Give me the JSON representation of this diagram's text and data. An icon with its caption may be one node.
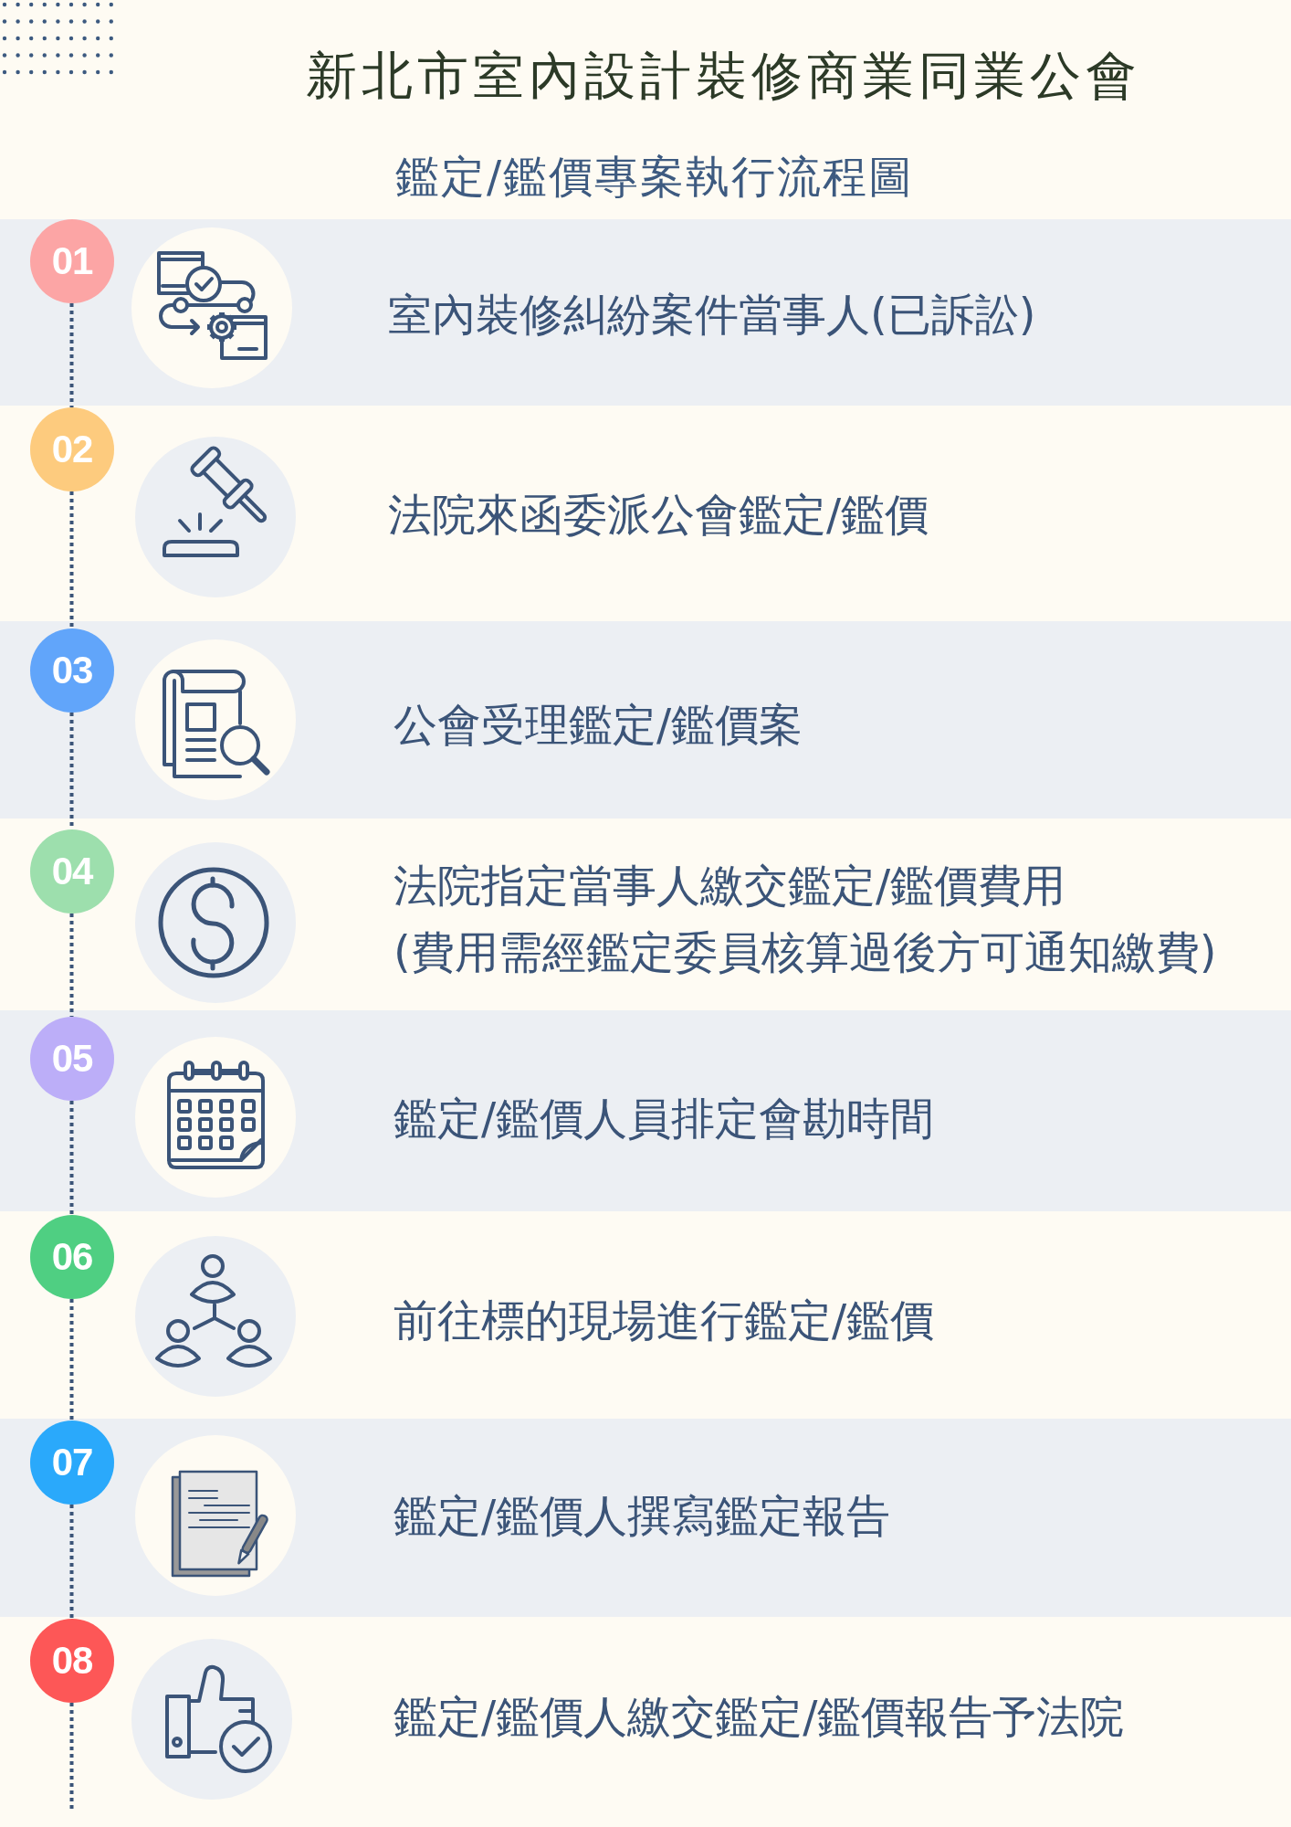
{
  "diagram": {
    "title": "新北市室內設計裝修商業同業公會",
    "nodes": [
      {
        "text": [
          "室內裝修糾紛案件當事人(已訴訟)"
        ]
      },
      {
        "text": [
          "01"
        ],
        "in": 0
      },
      {
        "text": [
          "法院來函委派公會鑑定/鑑價"
        ]
      },
      {
        "text": [
          "02"
        ],
        "in": 2
      },
      {
        "text": [
          "公會受理鑑定/鑑價案"
        ]
      },
      {
        "text": [
          "03"
        ],
        "in": 4
      },
      {
        "text": [
          "法院指定當事人繳交鑑定/鑑價費用",
          "(費用需經鑑定委員核算過後方可通知繳費)"
        ]
      },
      {
        "text": [
          "04"
        ],
        "in": 6
      },
      {
        "text": [
          "鑑定/鑑價人員排定會勘時間"
        ]
      },
      {
        "text": [
          "05"
        ],
        "in": 8
      },
      {
        "text": [
          "前往標的現場進行鑑定/鑑價"
        ]
      },
      {
        "text": [
          "06"
        ],
        "in": 10
      },
      {
        "text": [
          "鑑定/鑑價人撰寫鑑定報告"
        ]
      },
      {
        "text": [
          "07"
        ],
        "in": 12
      },
      {
        "text": [
          "鑑定/鑑價人繳交鑑定/鑑價報告予法院"
        ]
      },
      {
        "text": [
          "08"
        ],
        "in": 14
      }
    ],
    "edges": [
      {
        "from": 1,
        "to": 3,
        "arrow": "none",
        "style": "dashed"
      },
      {
        "from": 3,
        "to": 5,
        "arrow": "none",
        "style": "dashed"
      },
      {
        "from": 5,
        "to": 7,
        "arrow": "none",
        "style": "dashed"
      },
      {
        "from": 7,
        "to": 9,
        "arrow": "none",
        "style": "dashed"
      },
      {
        "from": 9,
        "to": 11,
        "arrow": "none",
        "style": "dashed"
      },
      {
        "from": 11,
        "to": 13,
        "arrow": "none",
        "style": "dashed"
      },
      {
        "from": 13,
        "to": 15,
        "arrow": "none",
        "style": "dashed"
      },
      {
        "from": 15,
        "to": null,
        "arrow": "none",
        "style": "dashed"
      }
    ],
    "labels": [
      "鑑定/鑑價專案執行流程圖"
    ]
  }
}
